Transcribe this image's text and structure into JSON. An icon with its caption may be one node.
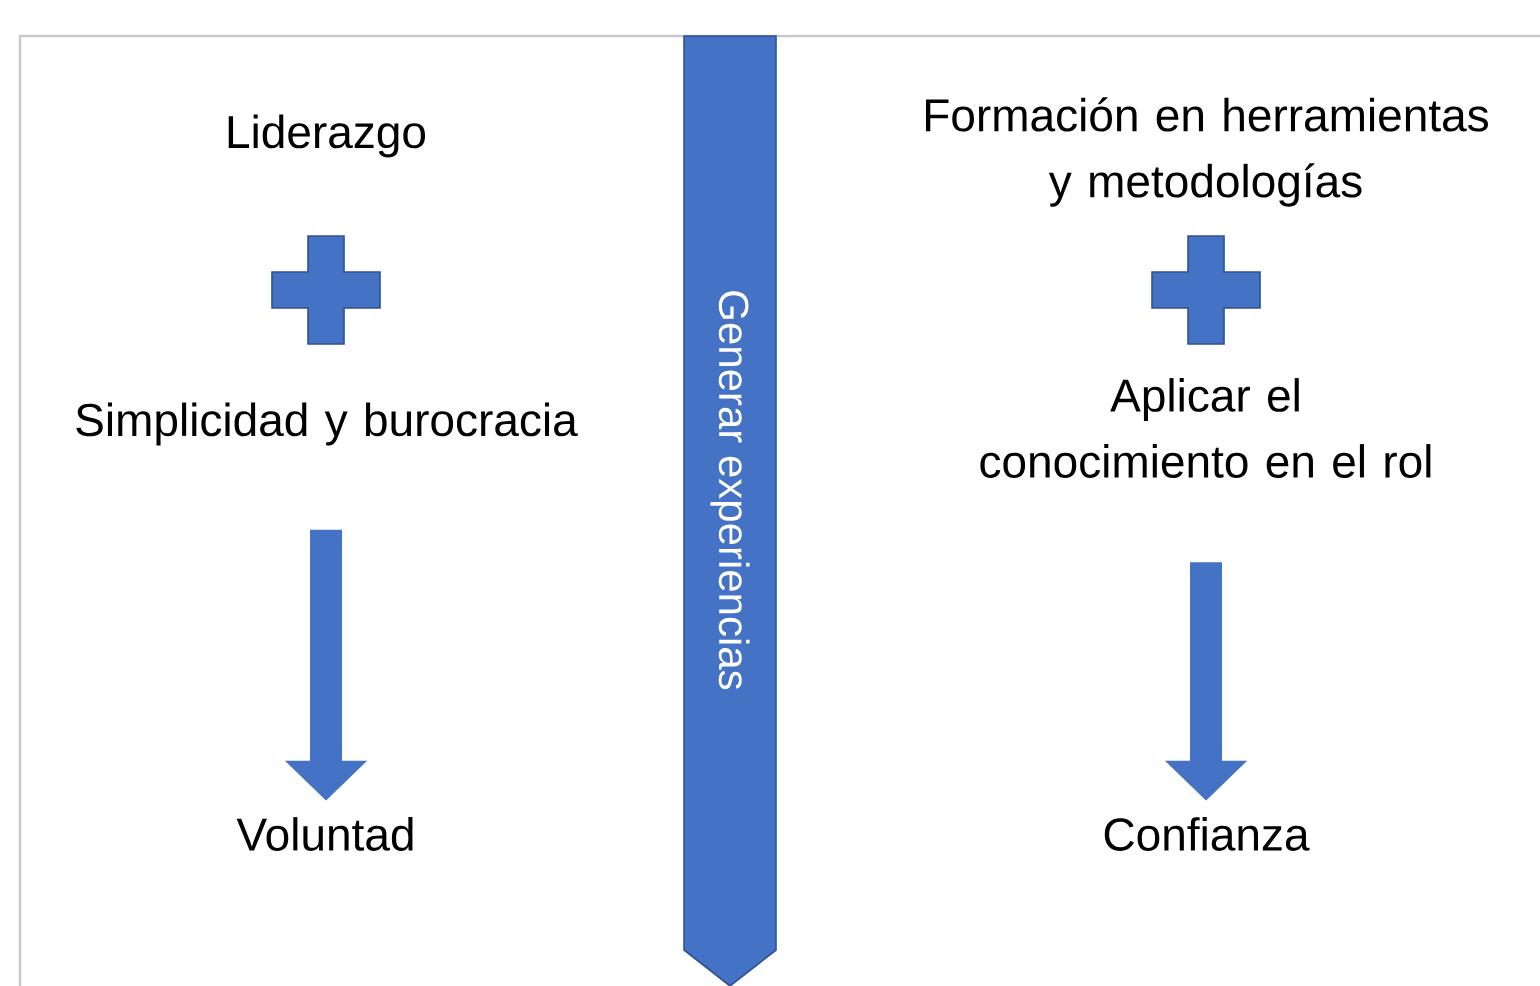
{
  "diagram": {
    "nodes": [
      {
        "text": [
          "Liderazgo"
        ]
      },
      {
        "text": [
          "Simplicidad y burocracia"
        ]
      },
      {
        "text": [
          "Voluntad"
        ]
      },
      {
        "text": [
          "Generar experiencias"
        ]
      },
      {
        "text": [
          "Formación en herramientas y metodologías"
        ]
      },
      {
        "text": [
          "Aplicar el conocimiento en el rol"
        ]
      },
      {
        "text": [
          "Confianza"
        ]
      }
    ],
    "edges": [
      {
        "from": 1,
        "to": 2,
        "arrow": "to"
      },
      {
        "from": 5,
        "to": 6,
        "arrow": "to"
      }
    ]
  }
}
